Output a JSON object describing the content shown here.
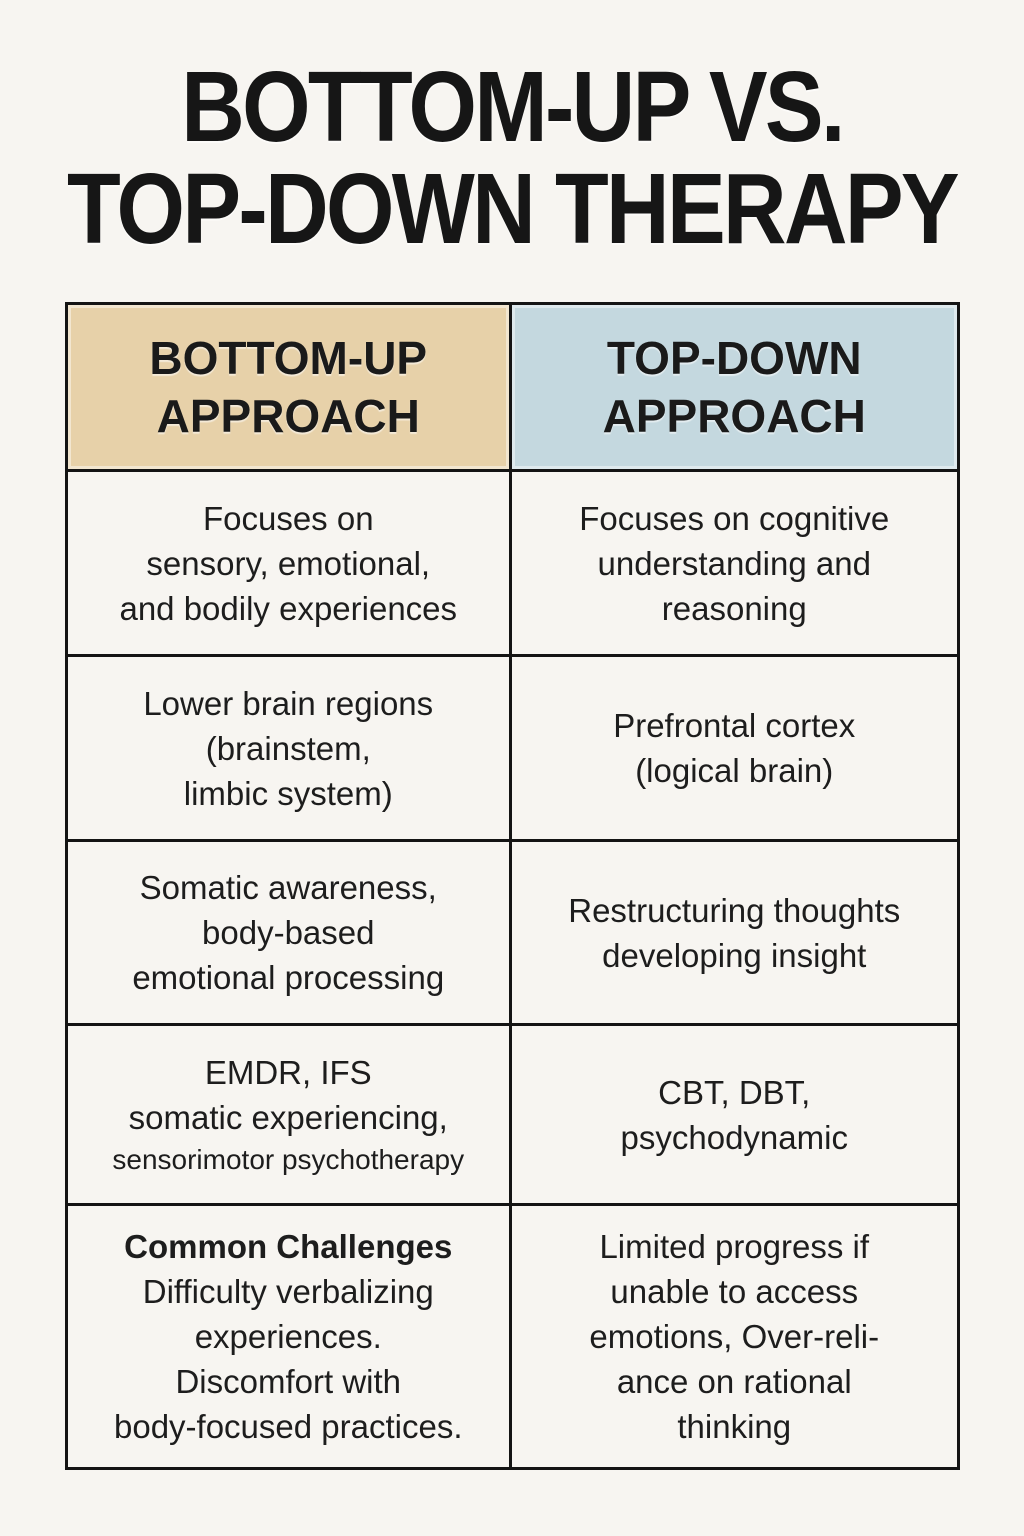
{
  "title": {
    "line1": "BOTTOM-UP VS.",
    "line2": "TOP-DOWN THERAPY"
  },
  "colors": {
    "page_background": "#f7f5f1",
    "bottom_up_header_background": "#e7d1a9",
    "top_down_header_background": "#c4d8df",
    "table_border": "#141414",
    "text": "#1d1d1d"
  },
  "table": {
    "headers": {
      "bottom_up": "BOTTOM-UP\nAPPROACH",
      "top_down": "TOP-DOWN\nAPPROACH"
    },
    "rows": [
      {
        "bottom_up": "Focuses on\nsensory, emotional,\nand bodily experiences",
        "top_down": "Focuses on cognitive\nunderstanding and\nreasoning"
      },
      {
        "bottom_up": "Lower brain regions\n(brainstem,\nlimbic system)",
        "top_down": "Prefrontal cortex\n(logical brain)"
      },
      {
        "bottom_up": "Somatic awareness,\nbody-based\nemotional processing",
        "top_down": "Restructuring thoughts\ndeveloping insight"
      },
      {
        "bottom_up_main": "EMDR, IFS\nsomatic experiencing,",
        "bottom_up_small": "sensorimotor psychotherapy",
        "top_down": "CBT, DBT,\npsychodynamic"
      },
      {
        "bottom_up_title": "Common Challenges",
        "bottom_up_body": "Difficulty verbalizing\nexperiences.\nDiscomfort with\nbody-focused practices.",
        "top_down": "Limited progress if\nunable to access\nemotions, Over-reli-\nance on rational\nthinking"
      }
    ]
  }
}
